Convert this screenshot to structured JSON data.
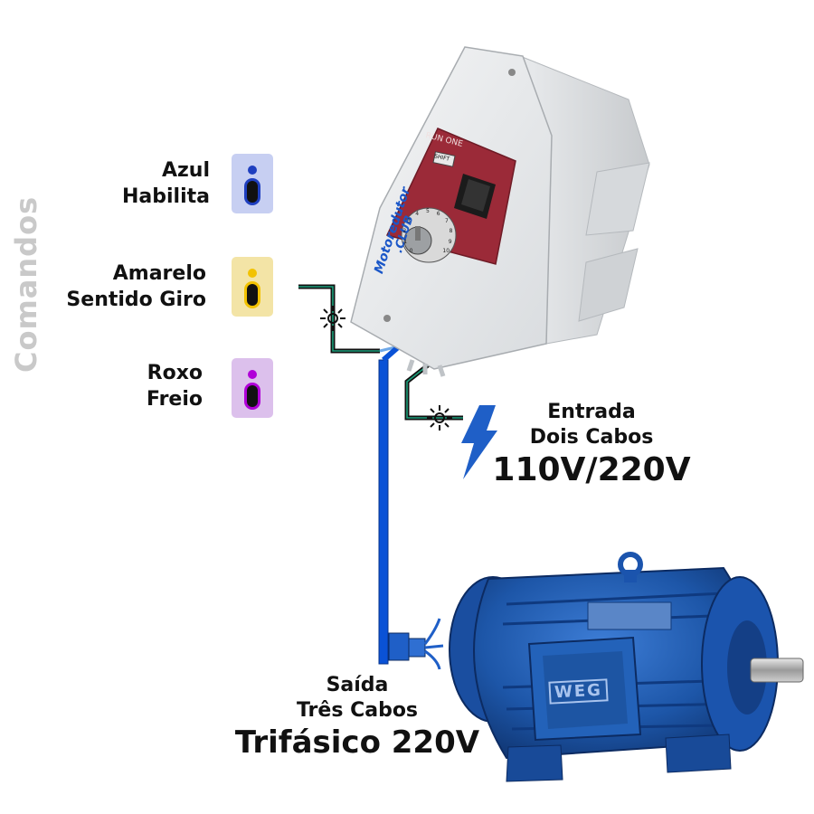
{
  "side_title": "Comandos",
  "commands": [
    {
      "line1": "Azul",
      "line2": "Habilita",
      "color": "#1f3fbf",
      "bg": "#c7cff2"
    },
    {
      "line1": "Amarelo",
      "line2": "Sentido Giro",
      "color": "#f2c200",
      "bg": "#f3e4a6"
    },
    {
      "line1": "Roxo",
      "line2": "Freio",
      "color": "#b000d8",
      "bg": "#dcc0ec"
    }
  ],
  "inverter": {
    "brand_line1": "Motoredutor",
    "brand_line2": ".CLUB",
    "panel_title": "RUN ONE",
    "button_label": "SHIFT",
    "dial_marks": [
      "0",
      "1",
      "2",
      "3",
      "4",
      "5",
      "6",
      "7",
      "8",
      "9",
      "10"
    ]
  },
  "input": {
    "line1": "Entrada",
    "line2": "Dois Cabos",
    "voltage": "110V/220V"
  },
  "output": {
    "line1": "Saída",
    "line2": "Três Cabos",
    "voltage": "Trifásico 220V"
  },
  "motor": {
    "brand": "WEG"
  }
}
